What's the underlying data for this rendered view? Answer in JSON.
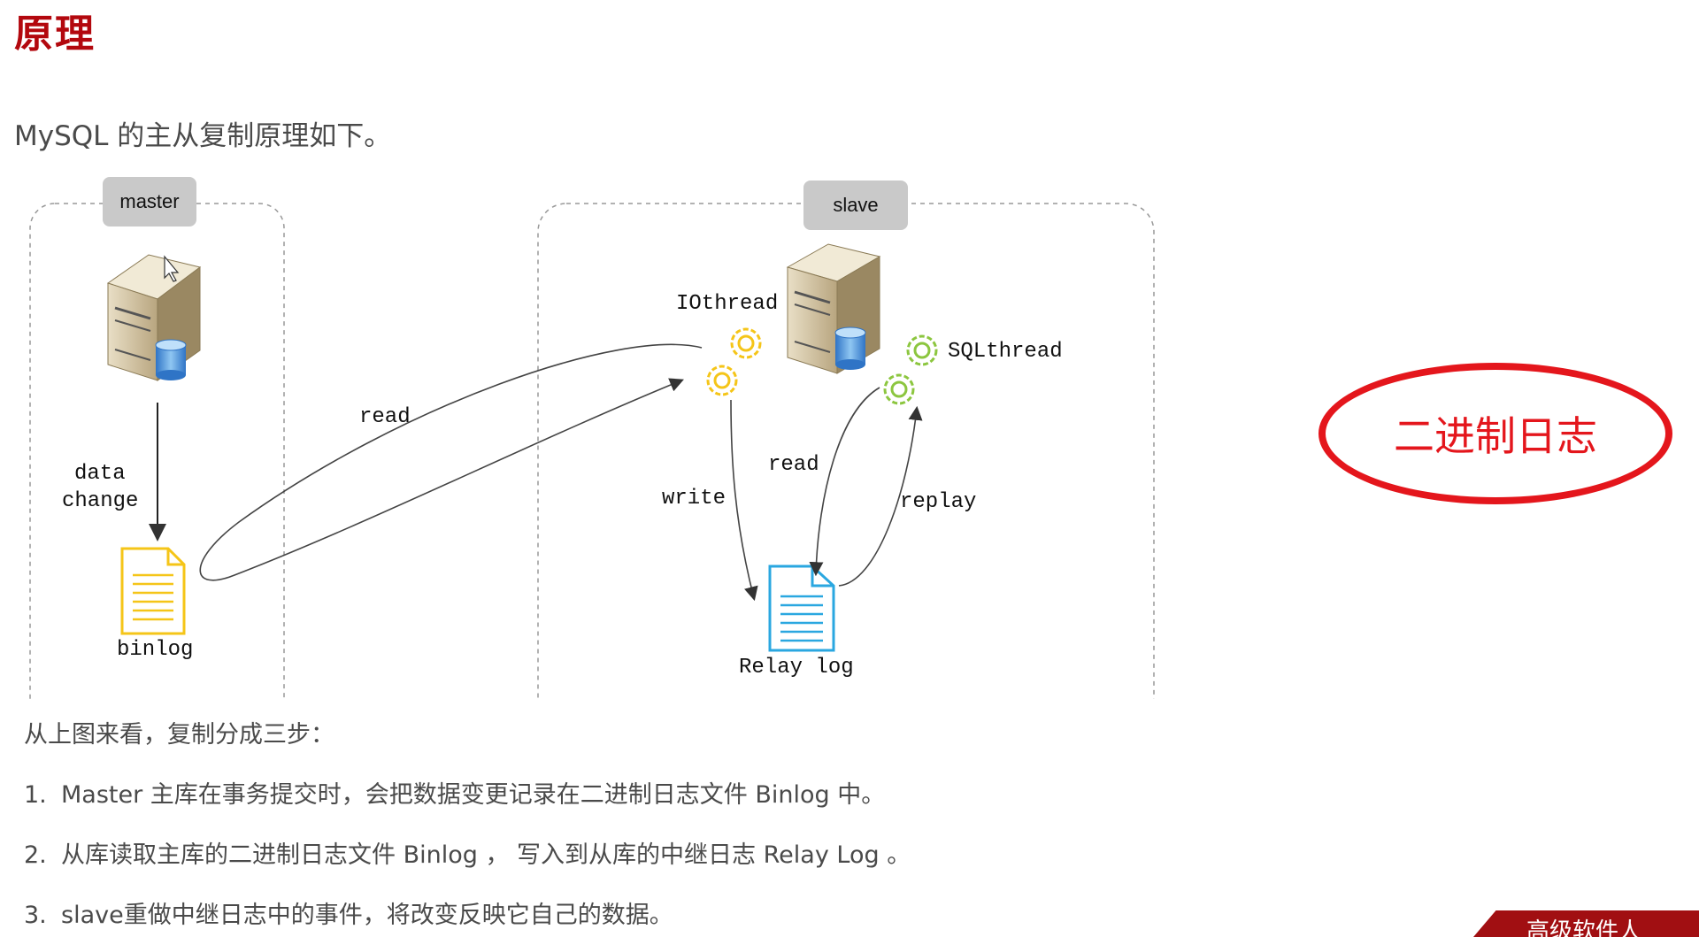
{
  "slide": {
    "title": "原理",
    "intro": "MySQL 的主从复制原理如下。",
    "steps_intro": "从上图来看，复制分成三步：",
    "steps": [
      {
        "num": "1.",
        "text": "Master 主库在事务提交时，会把数据变更记录在二进制日志文件 Binlog 中。"
      },
      {
        "num": "2.",
        "text": "从库读取主库的二进制日志文件 Binlog ， 写入到从库的中继日志 Relay Log 。"
      },
      {
        "num": "3.",
        "text": "slave重做中继日志中的事件，将改变反映它自己的数据。"
      }
    ],
    "annotation": "二进制日志",
    "footer_badge": "高级软件人"
  },
  "diagram": {
    "master_label": "master",
    "slave_label": "slave",
    "data_change": [
      "data",
      "change"
    ],
    "binlog_label": "binlog",
    "read_label_master": "read",
    "iothread_label": "IOthread",
    "sqlthread_label": "SQLthread",
    "write_label": "write",
    "read_label_slave": "read",
    "replay_label": "replay",
    "relay_log_label": "Relay log"
  },
  "colors": {
    "title": "#b3080e",
    "annotation": "#e4161c",
    "binlog_doc": "#f5c518",
    "relay_doc": "#2aa7e0",
    "io_gear": "#f5c518",
    "sql_gear": "#8cc63f"
  }
}
